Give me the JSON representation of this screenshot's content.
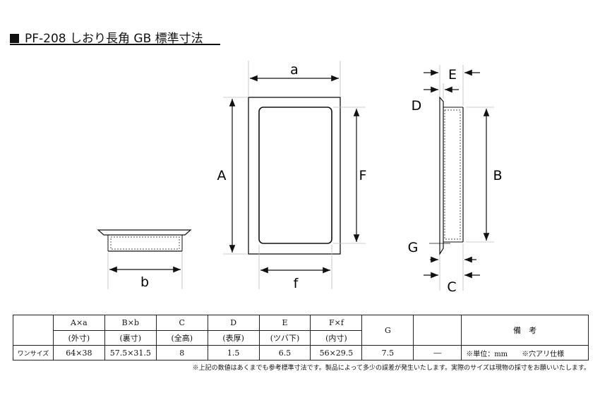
{
  "title": "PF-208 しおり長角 GB 標準寸法",
  "labels": {
    "a": "a",
    "A": "A",
    "F": "F",
    "f": "f",
    "b": "b",
    "E": "E",
    "D": "D",
    "B": "B",
    "G": "G",
    "C": "C"
  },
  "table": {
    "headers": [
      {
        "top": "A×a",
        "bottom": "(外寸)"
      },
      {
        "top": "B×b",
        "bottom": "(裏寸)"
      },
      {
        "top": "C",
        "bottom": "(全高)"
      },
      {
        "top": "D",
        "bottom": "(表厚)"
      },
      {
        "top": "E",
        "bottom": "(ツバ下)"
      },
      {
        "top": "F×f",
        "bottom": "(内寸)"
      }
    ],
    "header_g": "G",
    "header_note": "備　考",
    "row_label": "ワンサイズ",
    "values": [
      "64×38",
      "57.5×31.5",
      "8",
      "1.5",
      "6.5",
      "56×29.5",
      "7.5",
      "―"
    ],
    "note": "※単位：mm　　※穴アリ仕様"
  },
  "footnote": "※上記の数値はあくまでも参考標準寸法です。製品によって多少の誤差が発生いたします。実際のサイズは現物の採寸をお願いいたします。"
}
